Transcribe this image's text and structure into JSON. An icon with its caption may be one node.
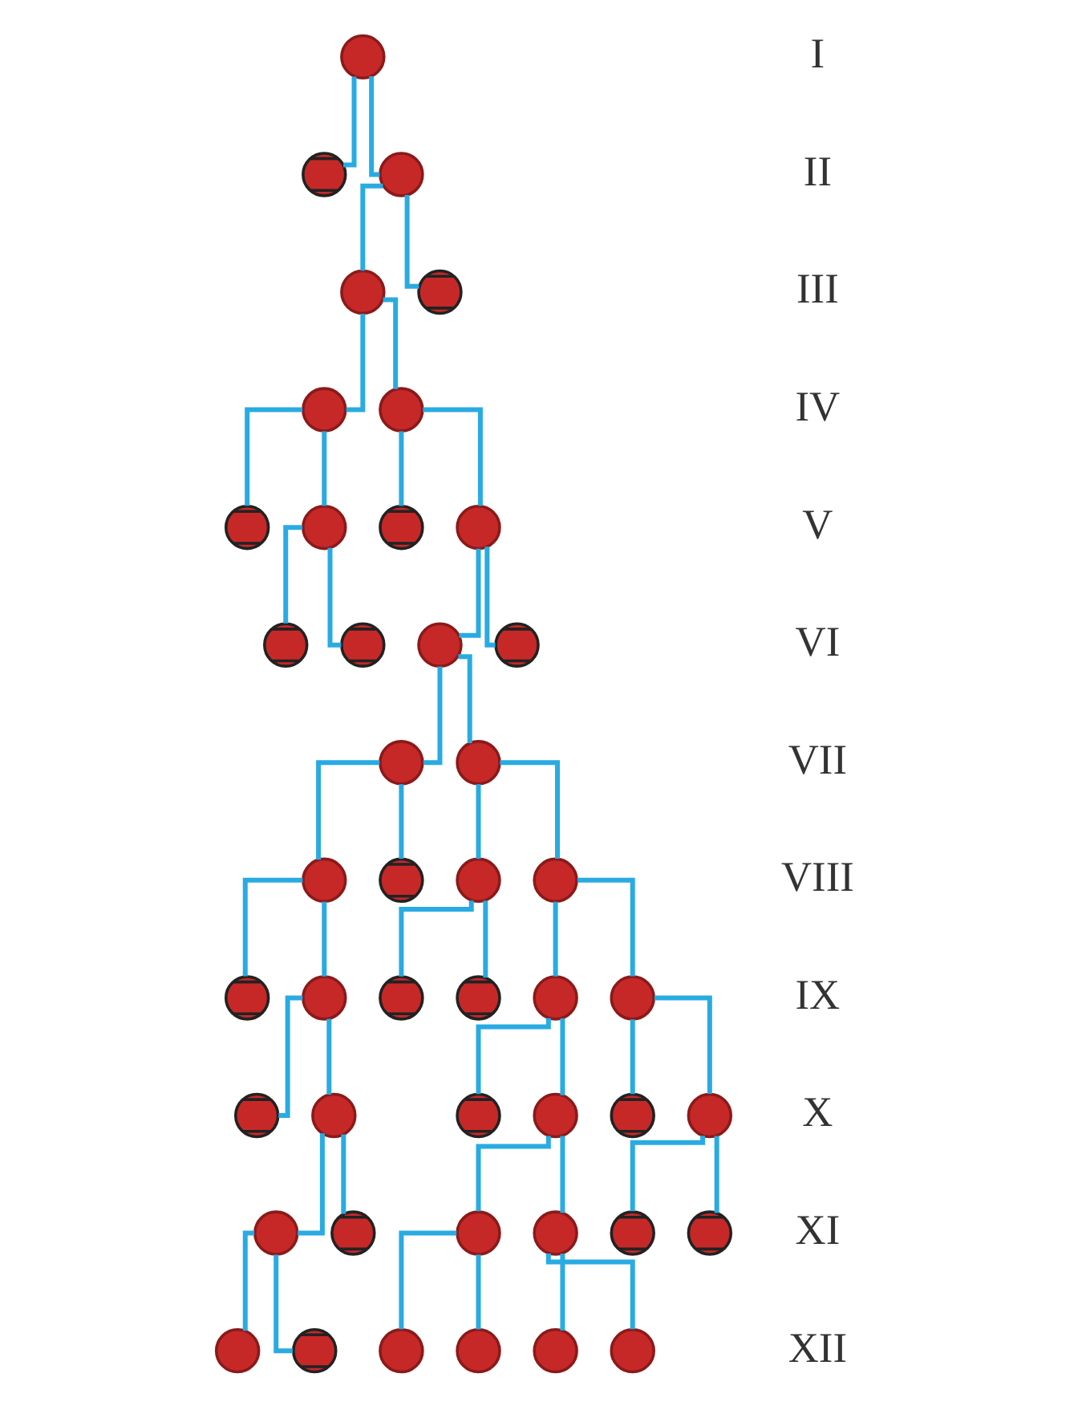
{
  "diagram": {
    "nodes": [
      {
        "text": [],
        "shape": "circle"
      },
      {
        "text": [],
        "shape": "crossed"
      },
      {
        "text": [],
        "shape": "circle"
      },
      {
        "text": [],
        "shape": "circle"
      },
      {
        "text": [],
        "shape": "crossed"
      },
      {
        "text": [],
        "shape": "circle"
      },
      {
        "text": [],
        "shape": "circle"
      },
      {
        "text": [],
        "shape": "crossed"
      },
      {
        "text": [],
        "shape": "circle"
      },
      {
        "text": [],
        "shape": "crossed"
      },
      {
        "text": [],
        "shape": "circle"
      },
      {
        "text": [],
        "shape": "crossed"
      },
      {
        "text": [],
        "shape": "crossed"
      },
      {
        "text": [],
        "shape": "circle"
      },
      {
        "text": [],
        "shape": "crossed"
      },
      {
        "text": [],
        "shape": "circle"
      },
      {
        "text": [],
        "shape": "circle"
      },
      {
        "text": [],
        "shape": "circle"
      },
      {
        "text": [],
        "shape": "crossed"
      },
      {
        "text": [],
        "shape": "circle"
      },
      {
        "text": [],
        "shape": "circle"
      },
      {
        "text": [],
        "shape": "crossed"
      },
      {
        "text": [],
        "shape": "circle"
      },
      {
        "text": [],
        "shape": "crossed"
      },
      {
        "text": [],
        "shape": "crossed"
      },
      {
        "text": [],
        "shape": "circle"
      },
      {
        "text": [],
        "shape": "circle"
      },
      {
        "text": [],
        "shape": "crossed"
      },
      {
        "text": [],
        "shape": "circle"
      },
      {
        "text": [],
        "shape": "crossed"
      },
      {
        "text": [],
        "shape": "circle"
      },
      {
        "text": [],
        "shape": "crossed"
      },
      {
        "text": [],
        "shape": "circle"
      },
      {
        "text": [],
        "shape": "circle"
      },
      {
        "text": [],
        "shape": "crossed"
      },
      {
        "text": [],
        "shape": "circle"
      },
      {
        "text": [],
        "shape": "circle"
      },
      {
        "text": [],
        "shape": "crossed"
      },
      {
        "text": [],
        "shape": "crossed"
      },
      {
        "text": [],
        "shape": "circle"
      },
      {
        "text": [],
        "shape": "crossed"
      },
      {
        "text": [],
        "shape": "circle"
      },
      {
        "text": [],
        "shape": "circle"
      },
      {
        "text": [],
        "shape": "circle"
      },
      {
        "text": [],
        "shape": "circle"
      }
    ],
    "edges": [
      {
        "from": 0,
        "to": 1,
        "arrow": "none"
      },
      {
        "from": 0,
        "to": 2,
        "arrow": "none"
      },
      {
        "from": 2,
        "to": 3,
        "arrow": "none"
      },
      {
        "from": 2,
        "to": 4,
        "arrow": "none"
      },
      {
        "from": 3,
        "to": 5,
        "arrow": "none"
      },
      {
        "from": 3,
        "to": 6,
        "arrow": "none"
      },
      {
        "from": 5,
        "to": 7,
        "arrow": "none"
      },
      {
        "from": 5,
        "to": 8,
        "arrow": "none"
      },
      {
        "from": 6,
        "to": 9,
        "arrow": "none"
      },
      {
        "from": 6,
        "to": 10,
        "arrow": "none"
      },
      {
        "from": 8,
        "to": 11,
        "arrow": "none"
      },
      {
        "from": 8,
        "to": 12,
        "arrow": "none"
      },
      {
        "from": 10,
        "to": 13,
        "arrow": "none"
      },
      {
        "from": 10,
        "to": 14,
        "arrow": "none"
      },
      {
        "from": 13,
        "to": 15,
        "arrow": "none"
      },
      {
        "from": 13,
        "to": 16,
        "arrow": "none"
      },
      {
        "from": 15,
        "to": 17,
        "arrow": "none"
      },
      {
        "from": 15,
        "to": 18,
        "arrow": "none"
      },
      {
        "from": 16,
        "to": 19,
        "arrow": "none"
      },
      {
        "from": 16,
        "to": 20,
        "arrow": "none"
      },
      {
        "from": 17,
        "to": 21,
        "arrow": "none"
      },
      {
        "from": 17,
        "to": 22,
        "arrow": "none"
      },
      {
        "from": 19,
        "to": 23,
        "arrow": "none"
      },
      {
        "from": 19,
        "to": 24,
        "arrow": "none"
      },
      {
        "from": 20,
        "to": 25,
        "arrow": "none"
      },
      {
        "from": 20,
        "to": 26,
        "arrow": "none"
      },
      {
        "from": 22,
        "to": 27,
        "arrow": "none"
      },
      {
        "from": 22,
        "to": 28,
        "arrow": "none"
      },
      {
        "from": 25,
        "to": 29,
        "arrow": "none"
      },
      {
        "from": 25,
        "to": 30,
        "arrow": "none"
      },
      {
        "from": 26,
        "to": 31,
        "arrow": "none"
      },
      {
        "from": 26,
        "to": 32,
        "arrow": "none"
      },
      {
        "from": 28,
        "to": 33,
        "arrow": "none"
      },
      {
        "from": 28,
        "to": 34,
        "arrow": "none"
      },
      {
        "from": 30,
        "to": 35,
        "arrow": "none"
      },
      {
        "from": 30,
        "to": 36,
        "arrow": "none"
      },
      {
        "from": 32,
        "to": 37,
        "arrow": "none"
      },
      {
        "from": 32,
        "to": 38,
        "arrow": "none"
      },
      {
        "from": 33,
        "to": 39,
        "arrow": "none"
      },
      {
        "from": 33,
        "to": 40,
        "arrow": "none"
      },
      {
        "from": 35,
        "to": 41,
        "arrow": "none"
      },
      {
        "from": 35,
        "to": 42,
        "arrow": "none"
      },
      {
        "from": 36,
        "to": 43,
        "arrow": "none"
      },
      {
        "from": 36,
        "to": 44,
        "arrow": "none"
      }
    ],
    "labels": [
      "I",
      "II",
      "III",
      "IV",
      "V",
      "VI",
      "VII",
      "VIII",
      "IX",
      "X",
      "XI",
      "XII"
    ]
  }
}
